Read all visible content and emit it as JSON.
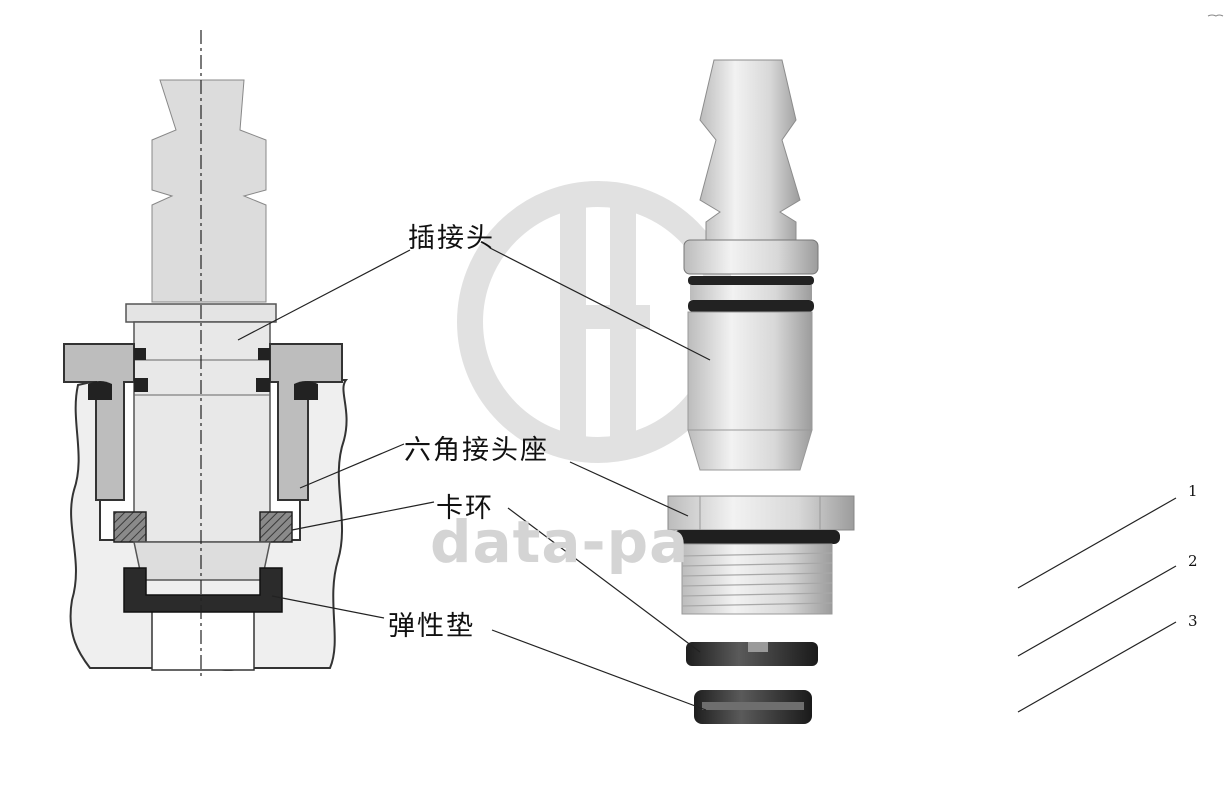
{
  "labels": {
    "plug": "插接头",
    "hex_seat": "六角接头座",
    "snap_ring": "卡环",
    "elastic_pad": "弹性垫"
  },
  "numbers": [
    "1",
    "2",
    "3"
  ],
  "watermark": {
    "text": "data-pa"
  },
  "colors": {
    "part_light": "#dedede",
    "part_mid": "#b8b8b8",
    "part_dark": "#4a4a4a",
    "ring_black": "#2a2a2a",
    "watermark": "#d4d4d4",
    "line": "#222222"
  }
}
